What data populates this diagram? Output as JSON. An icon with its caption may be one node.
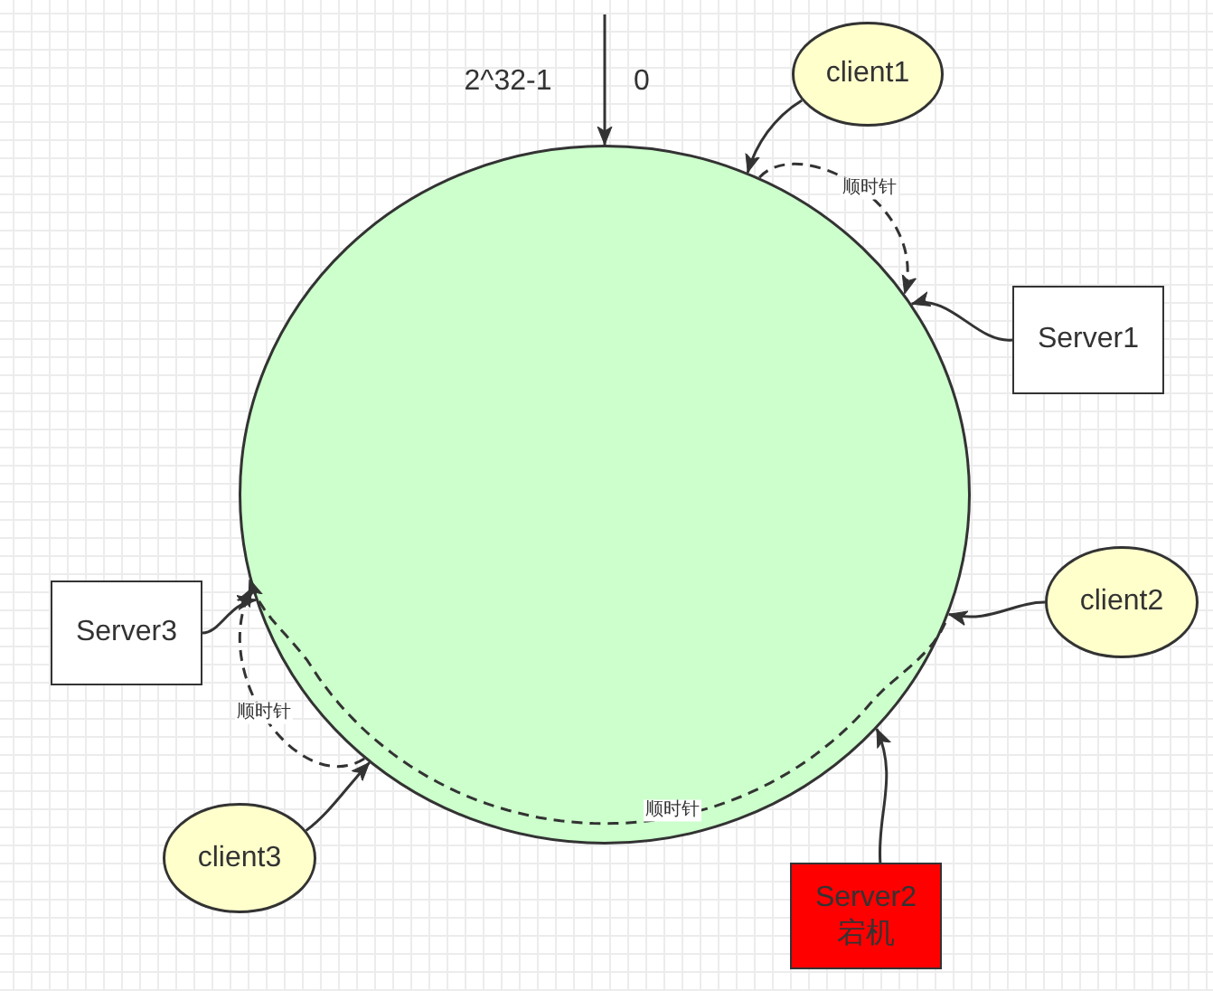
{
  "diagram": {
    "nodes": [
      {
        "text": [],
        "shape": "circle"
      },
      {
        "text": [
          "client1"
        ]
      },
      {
        "text": [
          "Server1"
        ]
      },
      {
        "text": [
          "client2"
        ]
      },
      {
        "text": [
          "Server2",
          "宕机"
        ]
      },
      {
        "text": [
          "Server3"
        ]
      },
      {
        "text": [
          "client3"
        ]
      }
    ],
    "edges": [
      {
        "from": null,
        "to": 0,
        "arrow": "to"
      },
      {
        "from": 1,
        "to": 0,
        "arrow": "to"
      },
      {
        "from": 0,
        "to": 0,
        "arrow": "to",
        "label": "顺时针",
        "style": "dashed"
      },
      {
        "from": 2,
        "to": 0,
        "arrow": "to"
      },
      {
        "from": 3,
        "to": 0,
        "arrow": "to"
      },
      {
        "from": 0,
        "to": 0,
        "arrow": "to",
        "label": "顺时针",
        "style": "dashed"
      },
      {
        "from": 4,
        "to": 0,
        "arrow": "to"
      },
      {
        "from": 5,
        "to": 0,
        "arrow": "to"
      },
      {
        "from": 6,
        "to": 0,
        "arrow": "to"
      },
      {
        "from": 0,
        "to": 0,
        "arrow": "to",
        "label": "顺时针",
        "style": "dashed"
      }
    ],
    "labels": [
      "2^32-1",
      "0"
    ]
  }
}
